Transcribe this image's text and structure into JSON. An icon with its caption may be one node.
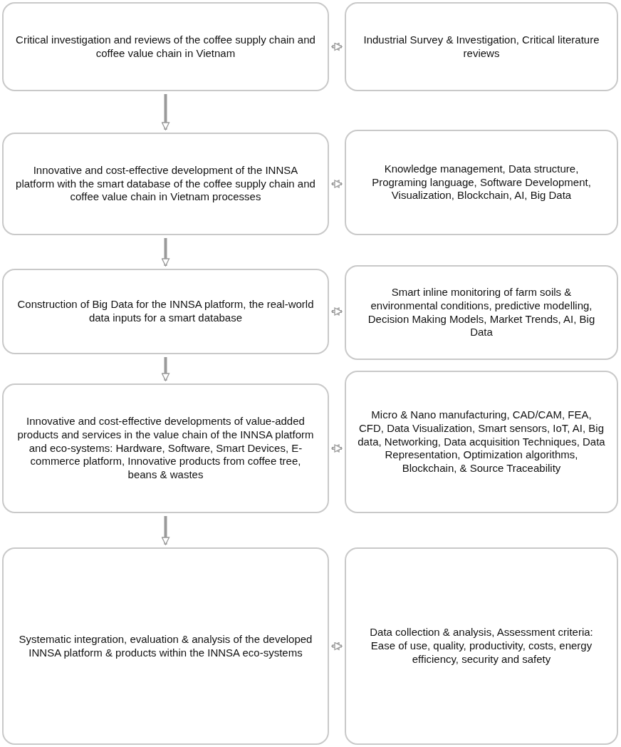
{
  "diagram": {
    "nodes": [
      {
        "text": [
          "Critical investigation and reviews of the coffee supply chain and coffee value chain in Vietnam"
        ]
      },
      {
        "text": [
          "Industrial Survey & Investigation, Critical literature reviews"
        ]
      },
      {
        "text": [
          "Innovative and cost-effective development of the INNSA platform with the smart database of the coffee supply chain and coffee value chain in Vietnam processes"
        ]
      },
      {
        "text": [
          "Knowledge management, Data structure, Programing language, Software Development, Visualization, Blockchain, AI, Big Data"
        ]
      },
      {
        "text": [
          "Construction of Big Data for the INNSA platform, the real-world data inputs for a smart database"
        ]
      },
      {
        "text": [
          "Smart inline monitoring of farm soils & environmental conditions, predictive modelling, Decision Making Models, Market Trends, AI, Big Data"
        ]
      },
      {
        "text": [
          "Innovative and cost-effective developments of value-added products and services in the value chain of the INNSA platform and eco-systems: Hardware, Software, Smart Devices, E-commerce platform, Innovative products from coffee tree, beans & wastes"
        ]
      },
      {
        "text": [
          "Micro & Nano manufacturing, CAD/CAM, FEA, CFD, Data Visualization, Smart sensors, IoT, AI, Big data, Networking, Data acquisition Techniques, Data Representation, Optimization algorithms, Blockchain, & Source Traceability"
        ]
      },
      {
        "text": [
          "Systematic integration, evaluation & analysis of the developed INNSA platform & products within the INNSA eco-systems"
        ]
      },
      {
        "text": [
          "Data collection & analysis, Assessment criteria: Ease of use, quality, productivity, costs, energy efficiency, security and safety"
        ]
      }
    ],
    "edges": [
      {
        "from": 0,
        "to": 1,
        "arrow": "both"
      },
      {
        "from": 0,
        "to": 2,
        "arrow": "to"
      },
      {
        "from": 2,
        "to": 3,
        "arrow": "both"
      },
      {
        "from": 2,
        "to": 4,
        "arrow": "to"
      },
      {
        "from": 4,
        "to": 5,
        "arrow": "both"
      },
      {
        "from": 4,
        "to": 6,
        "arrow": "to"
      },
      {
        "from": 6,
        "to": 7,
        "arrow": "both"
      },
      {
        "from": 6,
        "to": 8,
        "arrow": "to"
      },
      {
        "from": 8,
        "to": 9,
        "arrow": "both"
      }
    ]
  }
}
